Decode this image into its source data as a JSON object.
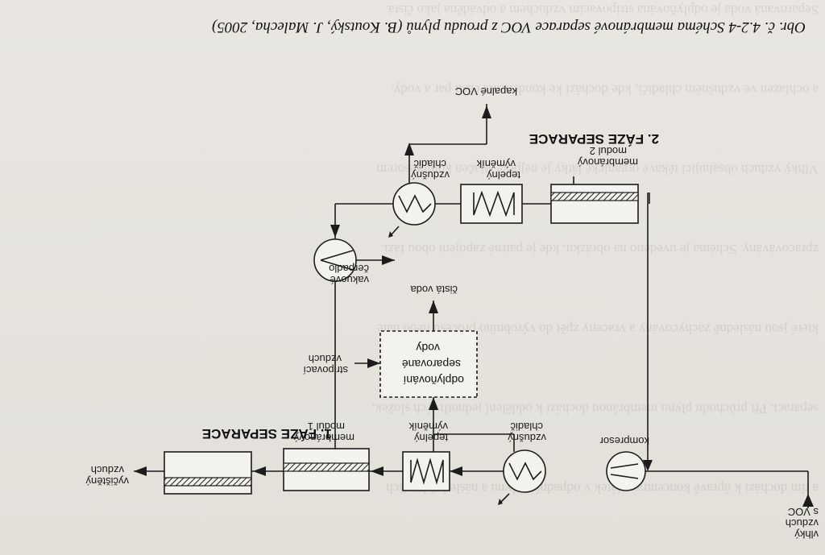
{
  "caption": "Obr. č. 4.2-4 Schéma membránové separace VOC z proudu plynů (B. Koutský, J. Malecha, 2005)",
  "stage1": {
    "title": "1. FÁZE SEPARACE"
  },
  "stage2": {
    "title": "2. FÁZE SEPARACE"
  },
  "labels": {
    "vlhky_vzduch": [
      "vlhký",
      "vzduch",
      "s VOC"
    ],
    "kompresor": "kompresor",
    "chladic1": [
      "vzdušný",
      "chladič"
    ],
    "vymenik1": [
      "tepelný",
      "výměník"
    ],
    "modul1": [
      "membránový",
      "modul 1"
    ],
    "vycisteny": [
      "vyčištěný",
      "vzduch"
    ],
    "odplynovani": [
      "odplyňování",
      "separované",
      "vody"
    ],
    "stripovaci": [
      "stripovací",
      "vzduch"
    ],
    "cista_voda": "čistá voda",
    "cerpadlo": [
      "vakuové",
      "čerpadlo"
    ],
    "chladic2": [
      "vzdušný",
      "chladič"
    ],
    "vymenik2": [
      "tepelný",
      "výměník"
    ],
    "modul2": [
      "membránový",
      "modul 2"
    ],
    "kapalne": "kapalné VOC"
  }
}
